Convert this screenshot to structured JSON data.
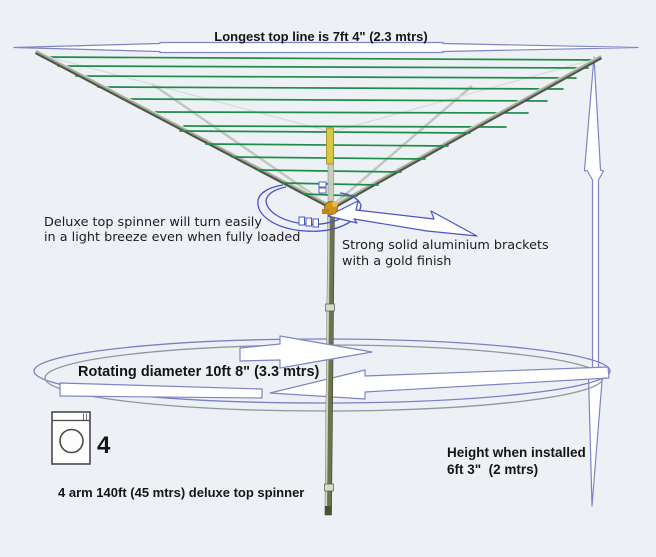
{
  "labels": {
    "top_line": "Longest top line is 7ft 4\" (2.3 mtrs)",
    "spinner_line1": "Deluxe top spinner will turn easily",
    "spinner_line2": "in a light breeze even when fully loaded",
    "brackets_line1": "Strong solid aluminium brackets",
    "brackets_line2": "with a gold finish",
    "rotating_diameter": "Rotating diameter 10ft 8\" (3.3 mtrs)",
    "height_line1": "Height when installed",
    "height_line2": "6ft 3\"  (2 mtrs)",
    "arm_count": "4",
    "product": "4 arm 140ft (45 mtrs) deluxe top spinner"
  },
  "icons": {
    "washing_machine": "washing-machine-icon"
  },
  "colors": {
    "background": "#edf1f6",
    "clothesline_green": "#1f8c49",
    "arrow_outline_blue": "#4a52c8",
    "measure_arrow_outline": "#7e84c4",
    "pole_olive": "#7a7f5e",
    "bracket_gold": "#d29418",
    "text": "#1c1c1c"
  }
}
